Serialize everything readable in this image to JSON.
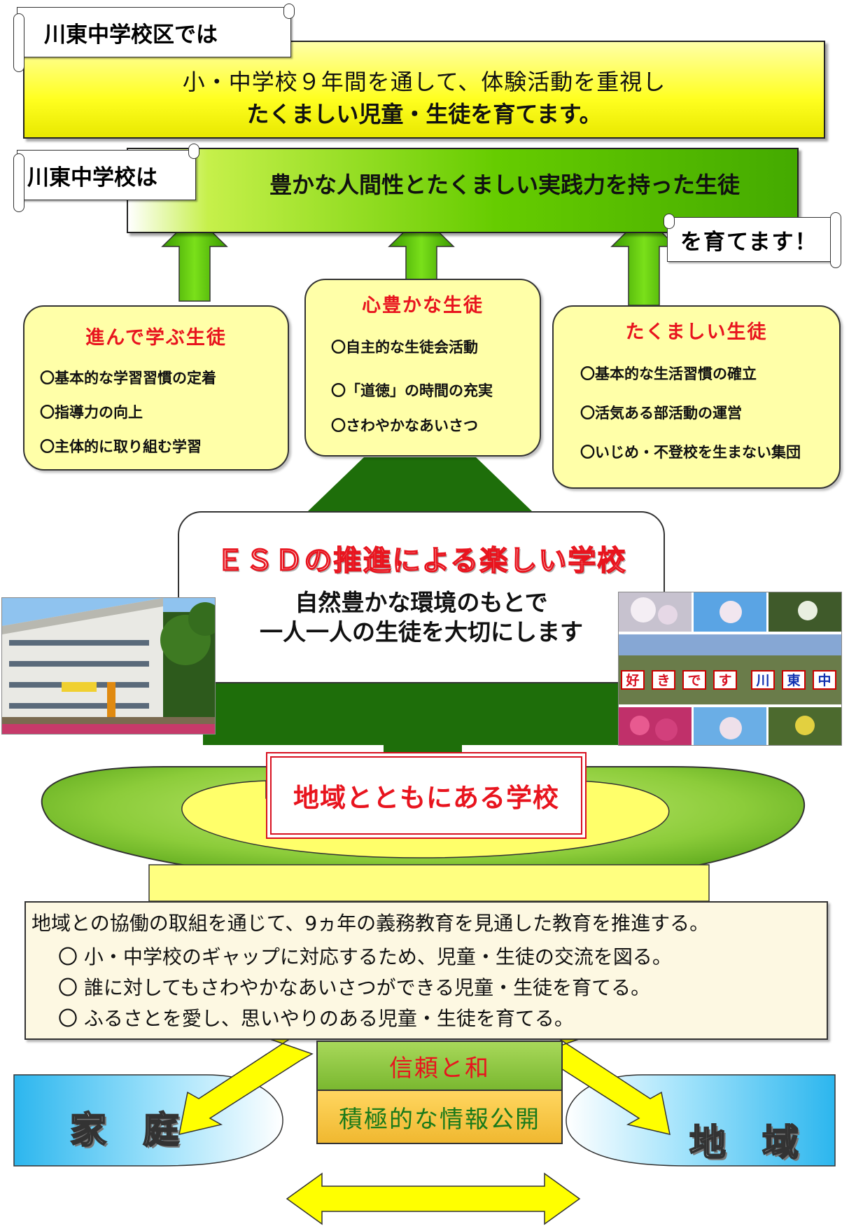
{
  "header": {
    "district_tag": "川東中学校区では",
    "district_line1": "小・中学校９年間を通して、体験活動を重視し",
    "district_line2": "たくましい児童・生徒を育てます。",
    "school_tag": "川東中学校は",
    "school_banner": "豊かな人間性とたくましい実践力を持った生徒",
    "suffix_tag": "を育てます！"
  },
  "pillars": [
    {
      "title": "進んで学ぶ生徒",
      "items": [
        "〇基本的な学習習慣の定着",
        "〇指導力の向上",
        "〇主体的に取り組む学習"
      ]
    },
    {
      "title": "心豊かな生徒",
      "items": [
        "〇自主的な生徒会活動",
        "〇「道徳」の時間の充実",
        "〇さわやかなあいさつ"
      ]
    },
    {
      "title": "たくましい生徒",
      "items": [
        "〇基本的な生活習慣の確立",
        "〇活気ある部活動の運営",
        "〇いじめ・不登校を生まない集団"
      ]
    }
  ],
  "esd": {
    "title": "ＥＳＤの推進による楽しい学校",
    "line1": "自然豊かな環境のもとで",
    "line2": "一人一人の生徒を大切にします"
  },
  "community_school": "地域とともにある学校",
  "photo_sign": [
    "好",
    "き",
    "で",
    "す",
    "川",
    "東",
    "中"
  ],
  "bullets": {
    "lead": "地域との協働の取組を通じて、9ヵ年の義務教育を見通した教育を推進する。",
    "items": [
      "〇 小・中学校のギャップに対応するため、児童・生徒の交流を図る。",
      "〇 誰に対してもさわやかなあいさつができる児童・生徒を育てる。",
      "〇 ふるさとを愛し、思いやりのある児童・生徒を育てる。"
    ]
  },
  "trust": "信頼と和",
  "info": "積極的な情報公開",
  "home": "家　庭",
  "region": "地　域",
  "colors": {
    "title_red": "#e8141e",
    "dark_green": "#1e6e0a",
    "arrow_green": "#66cc00",
    "pale_yellow": "#ffffa8",
    "bright_yellow": "#ffff20",
    "trust_green": "#8cc83c",
    "info_orange": "#f5c040",
    "bubble_blue": "#3cc0ee"
  }
}
